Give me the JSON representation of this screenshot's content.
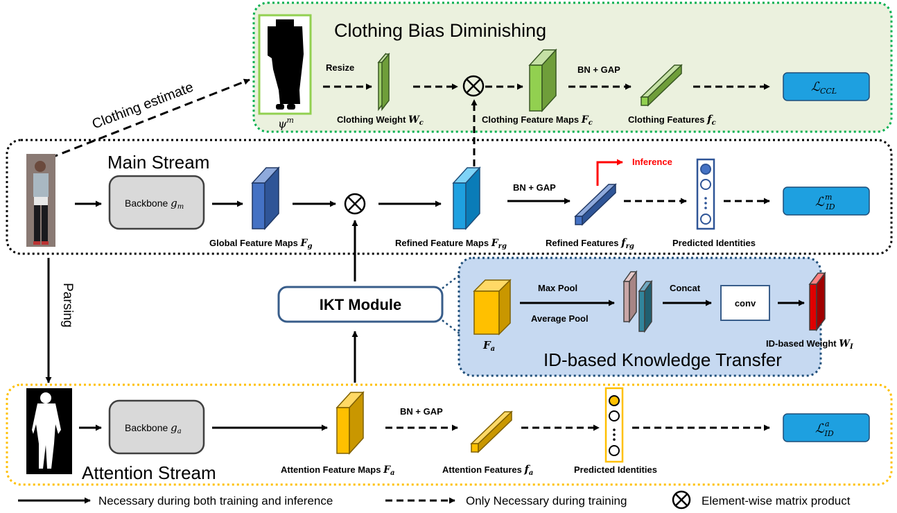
{
  "clothing": {
    "title": "Clothing Bias Diminishing",
    "psi": "ψ",
    "psi_sup": "m",
    "resize": "Resize",
    "weight_label": "Clothing Weight",
    "weight_sym": "W",
    "weight_sub": "c",
    "maps_label": "Clothing Feature Maps",
    "maps_sym": "F",
    "maps_sub": "c",
    "bn_gap": "BN + GAP",
    "feat_label": "Clothing Features",
    "feat_sym": "f",
    "feat_sub": "c",
    "loss": "ℒ",
    "loss_sub": "CCL"
  },
  "clothing_estimate": "Clothing estimate",
  "main": {
    "title": "Main Stream",
    "backbone": "Backbone",
    "backbone_sym": "g",
    "backbone_sub": "m",
    "global_label": "Global Feature Maps",
    "global_sym": "F",
    "global_sub": "g",
    "refined_label": "Refined Feature Maps",
    "refined_sym": "F",
    "refined_sub": "rg",
    "bn_gap": "BN + GAP",
    "inference": "Inference",
    "rfeat_label": "Refined Features",
    "rfeat_sym": "f",
    "rfeat_sub": "rg",
    "pred_label": "Predicted Identities",
    "loss": "ℒ",
    "loss_sup": "m",
    "loss_sub": "ID"
  },
  "parsing": "Parsing",
  "ikt": {
    "module": "IKT Module",
    "fa_sym": "F",
    "fa_sub": "a",
    "max_pool": "Max Pool",
    "avg_pool": "Average Pool",
    "concat": "Concat",
    "conv": "conv",
    "weight_label": "ID-based Weight",
    "weight_sym": "W",
    "weight_sub": "I",
    "title": "ID-based Knowledge Transfer"
  },
  "attention": {
    "title": "Attention Stream",
    "backbone": "Backbone",
    "backbone_sym": "g",
    "backbone_sub": "a",
    "maps_label": "Attention Feature Maps",
    "maps_sym": "F",
    "maps_sub": "a",
    "bn_gap": "BN + GAP",
    "feat_label": "Attention Features",
    "feat_sym": "f",
    "feat_sub": "a",
    "pred_label": "Predicted  Identities",
    "loss": "ℒ",
    "loss_sup": "a",
    "loss_sub": "ID"
  },
  "legend": {
    "solid": "Necessary during both training and inference",
    "dashed": "Only Necessary during training",
    "product": "Element-wise matrix product"
  },
  "colors": {
    "clothing_bg": "#ebf1de",
    "clothing_border": "#00b050",
    "ikt_bg": "#c6d9f1",
    "ikt_border": "#1f4e79",
    "attention_border": "#ffc000",
    "loss_fill": "#1ea0e0",
    "inference_red": "#ff0000"
  }
}
